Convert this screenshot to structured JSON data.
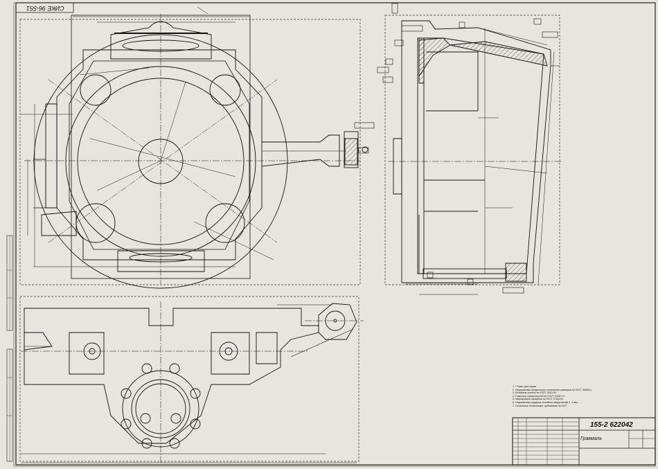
{
  "drawing": {
    "stamp_code": "СИКЕ 96-551",
    "document_number": "155-2 622042",
    "part_name": "Гравмаль",
    "notes": [
      "1. * Разм. для справ.",
      "2. Неуказанные предельные отклонения размеров по ГОСТ 30893.1.",
      "3. Литейные уклоны по ГОСТ 3212-92.",
      "4. Покрытие поверхностей по ГОСТ 9.032-74.",
      "5. Маркировать шрифтом по ГОСТ 2.304-81.",
      "6. Неуказанные радиусы литейных закруглений 3...5 мм.",
      "7. Остальные технические требования по ОСТ."
    ]
  }
}
